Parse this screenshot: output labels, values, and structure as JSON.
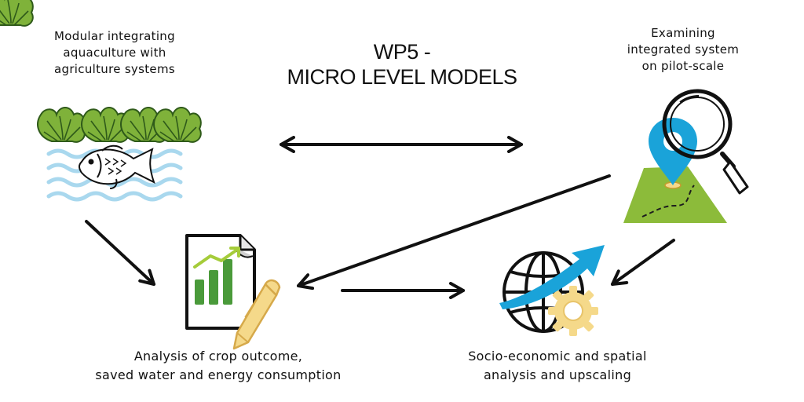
{
  "title": {
    "line1": "WP5 -",
    "line2": "MICRO LEVEL MODELS"
  },
  "nodes": {
    "modular": {
      "lines": [
        "Modular integrating",
        "aquaculture with",
        "agriculture systems"
      ],
      "icon": "aquaponics-icon"
    },
    "examining": {
      "lines": [
        "Examining",
        "integrated system",
        "on pilot-scale"
      ],
      "icon": "map-magnifier-icon"
    },
    "analysis": {
      "lines": [
        "Analysis of crop outcome,",
        "saved water and energy consumption"
      ],
      "icon": "report-chart-icon"
    },
    "socio": {
      "lines": [
        "Socio-economic and spatial",
        "analysis and upscaling"
      ],
      "icon": "globe-growth-icon"
    }
  },
  "colors": {
    "ink": "#111111",
    "leaf": "#7fb23a",
    "leaf_dark": "#4f8a2b",
    "water": "#a9d8ee",
    "map_green": "#8cbb3a",
    "pin_blue": "#1aa3d9",
    "arrow_blue": "#1aa3d9",
    "gear_yellow": "#f5d98a",
    "bar_green": "#4a9a3a"
  }
}
